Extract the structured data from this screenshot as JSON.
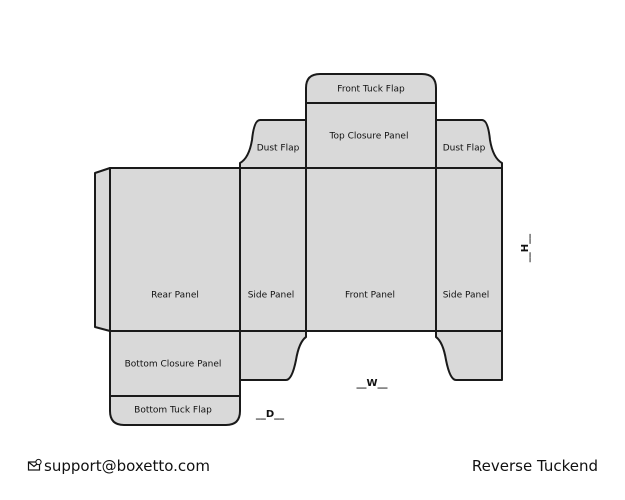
{
  "dieline": {
    "panels": {
      "front_tuck_flap": "Front Tuck Flap",
      "top_closure_panel": "Top Closure Panel",
      "dust_flap_left": "Dust Flap",
      "dust_flap_right": "Dust Flap",
      "rear_panel": "Rear Panel",
      "side_panel_left": "Side Panel",
      "front_panel": "Front Panel",
      "side_panel_right": "Side Panel",
      "bottom_closure_panel": "Bottom Closure Panel",
      "bottom_tuck_flap": "Bottom Tuck Flap"
    },
    "dimensions": {
      "width": "__W__",
      "depth": "__D__",
      "height": "__H__"
    },
    "colors": {
      "panel_fill": "#d9d9d9",
      "stroke": "#1a1a1a"
    }
  },
  "footer": {
    "contact_icon": "envelope-icon",
    "email": "support@boxetto.com",
    "style_name": "Reverse Tuckend"
  }
}
